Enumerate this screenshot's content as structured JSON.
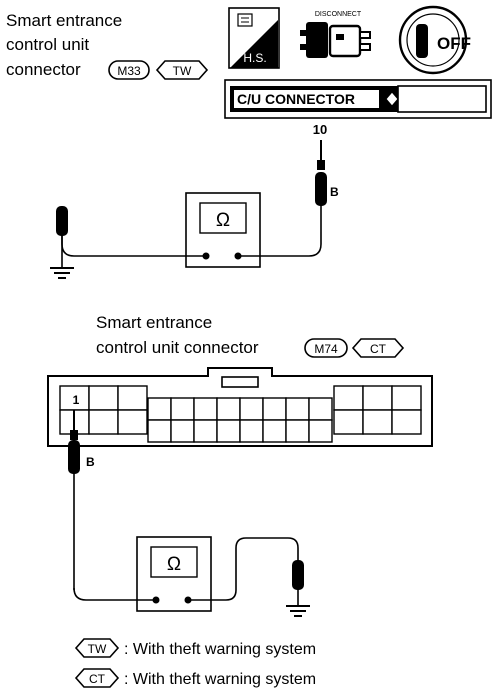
{
  "top_section": {
    "title_lines": [
      "Smart entrance",
      "control unit",
      "connector"
    ],
    "connector_code": "M33",
    "variant_code": "TW",
    "icons": {
      "hs_label": "H.S.",
      "disconnect_label": "DISCONNECT",
      "off_label": "OFF",
      "cu_connector_label": "C/U CONNECTOR",
      "icon_names": [
        "harness-side-icon",
        "disconnect-icon",
        "ignition-off-icon",
        "cu-connector-icon"
      ]
    },
    "terminal_number": "10",
    "wire_color": "B",
    "meter_symbol": "Ω"
  },
  "bottom_section": {
    "title_lines": [
      "Smart entrance",
      "control unit connector"
    ],
    "connector_code": "M74",
    "variant_code": "CT",
    "terminal_number": "1",
    "wire_color": "B",
    "meter_symbol": "Ω"
  },
  "legend": [
    {
      "code": "TW",
      "text": ":  With theft warning system"
    },
    {
      "code": "CT",
      "text": ":  With theft warning system"
    }
  ]
}
